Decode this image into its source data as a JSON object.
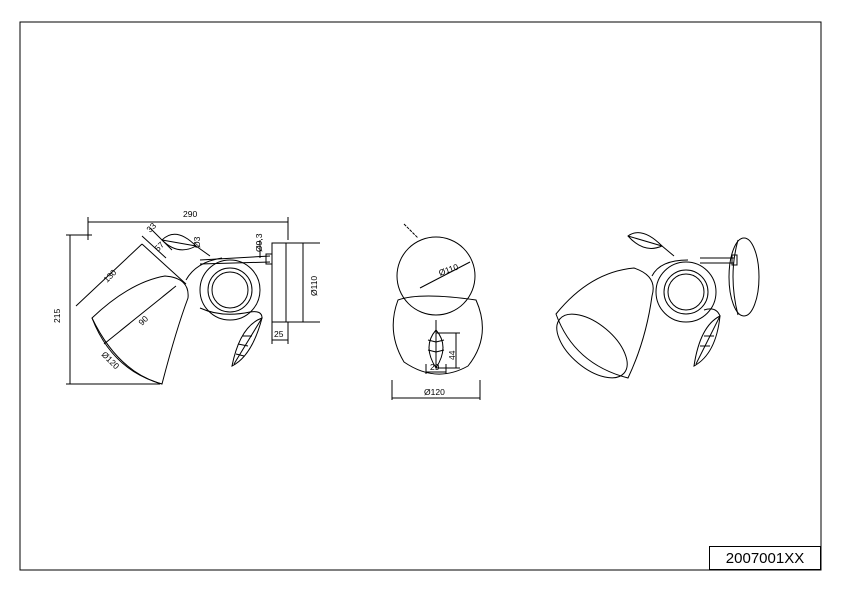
{
  "drawing": {
    "product_code": "2007001XX",
    "side_view": {
      "dim_overall_width": "290",
      "dim_overall_height": "215",
      "dim_arm_length": "130",
      "dim_top_offset": "33",
      "dim_small_offset": "57",
      "dim_wire_diameter": "Ø3",
      "dim_rod_diameter": "Ø9,3",
      "dim_shade_depth": "90",
      "dim_shade_diameter": "Ø120",
      "dim_plate_height": "Ø110",
      "dim_plate_depth": "25"
    },
    "front_view": {
      "dim_plate_diameter": "Ø110",
      "dim_leaf_height": "44",
      "dim_leaf_width": "29",
      "dim_shade_diameter": "Ø120"
    },
    "views": [
      "side-view",
      "front-view",
      "perspective-view"
    ]
  }
}
